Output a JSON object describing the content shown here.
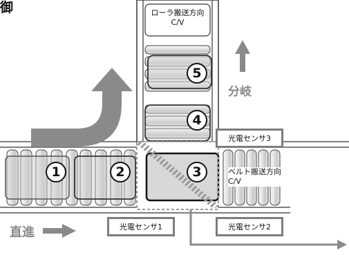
{
  "heading_fragment": "御",
  "roller_conveyor_label": "ローラ搬送方向\nC/V",
  "belt_conveyor_label": "ベルト搬送方向\nC/V",
  "branch_label": "分岐",
  "straight_label": "直進",
  "sensors": [
    "光電センサ1",
    "光電センサ2",
    "光電センサ3"
  ],
  "items": [
    "1",
    "2",
    "3",
    "4",
    "5"
  ],
  "colors": {
    "arrow_gray": "#8a8a8a",
    "frame": "#333333",
    "sensor_border": "#7d7d7d"
  }
}
